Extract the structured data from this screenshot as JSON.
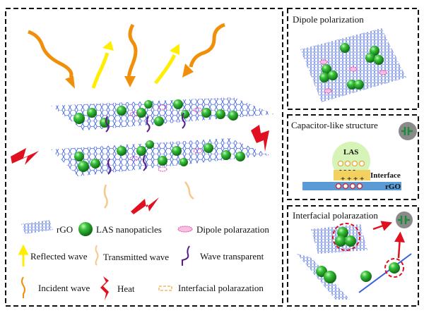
{
  "main_panel": {
    "legend": {
      "rgo": "rGO",
      "las": "LAS nanopaticles",
      "dipole": "Dipole polarazation",
      "reflected": "Reflected wave",
      "transmitted": "Transmitted wave",
      "transparent": "Wave transparent",
      "incident": "Incident wave",
      "heat": "Heat",
      "interfacial": "Interfacial polarazation"
    }
  },
  "dipole_panel": {
    "title": "Dipole polarization"
  },
  "capacitor_panel": {
    "title": "Capacitor-like structure",
    "las_label": "LAS",
    "interface_label": "Interface",
    "rgo_label": "rGO",
    "minus_signs": "- - - -",
    "plus_signs": "+ + + +"
  },
  "interfacial_panel": {
    "title": "Interfacial polarazation"
  },
  "colors": {
    "incident": "#f0900a",
    "reflected": "#ffee00",
    "transmitted": "#f5c98a",
    "transparent": "#5a1a8a",
    "heat": "#e01020",
    "rgo": "#3a5ee0",
    "las": "#22aa22",
    "capacitor_icon": "#1f8a3a"
  }
}
